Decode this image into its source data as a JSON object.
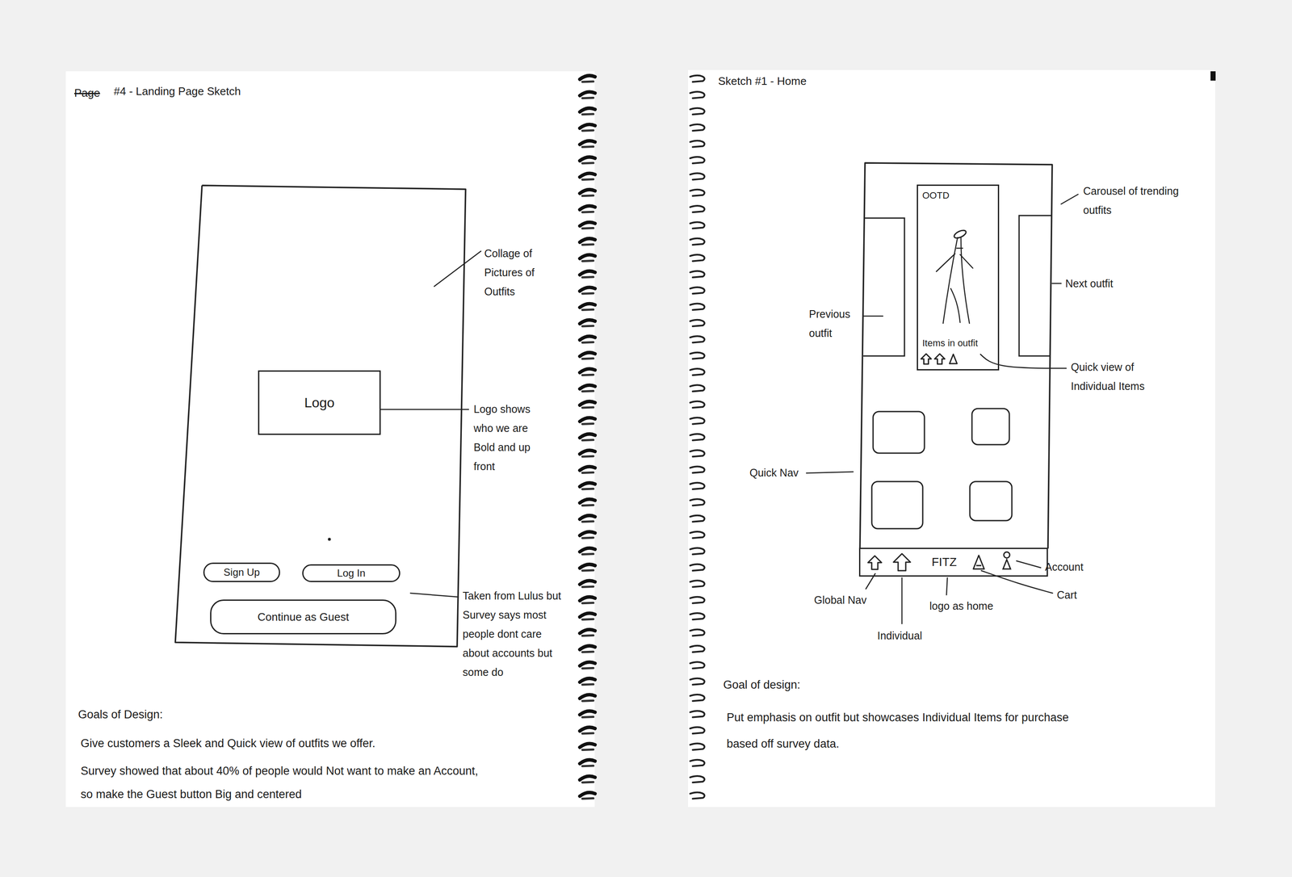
{
  "diagram": {
    "nodes": [
      {
        "text": [
          "Logo"
        ]
      },
      {
        "text": [
          "Sign Up"
        ]
      },
      {
        "text": [
          "Log In"
        ]
      },
      {
        "text": [
          "Continue as Guest"
        ]
      },
      {
        "text": [
          "OOTD",
          "Items in outfit"
        ]
      },
      {
        "text": [
          "FITZ"
        ]
      }
    ],
    "labels": [
      "Page",
      "#4 - Landing Page Sketch",
      "Collage of Pictures of Outfits",
      "Logo shows who we are Bold and up front",
      "Taken from Lulus but Survey says most people dont care about accounts but some do",
      "Goals of Design:",
      "Give customers a Sleek and Quick view of outfits we offer.",
      "Survey showed that about 40% of people would Not want to make an Account, so make the Guest button Big and centered",
      "Sketch #1 - Home",
      "Carousel of trending outfits",
      "Next outfit",
      "Previous outfit",
      "Quick view of Individual Items",
      "Quick Nav",
      "Global Nav",
      "Individual",
      "logo as home",
      "Account",
      "Cart",
      "Goal of design:",
      "Put emphasis on outfit but showcases Individual Items for purchase based off survey data."
    ]
  }
}
